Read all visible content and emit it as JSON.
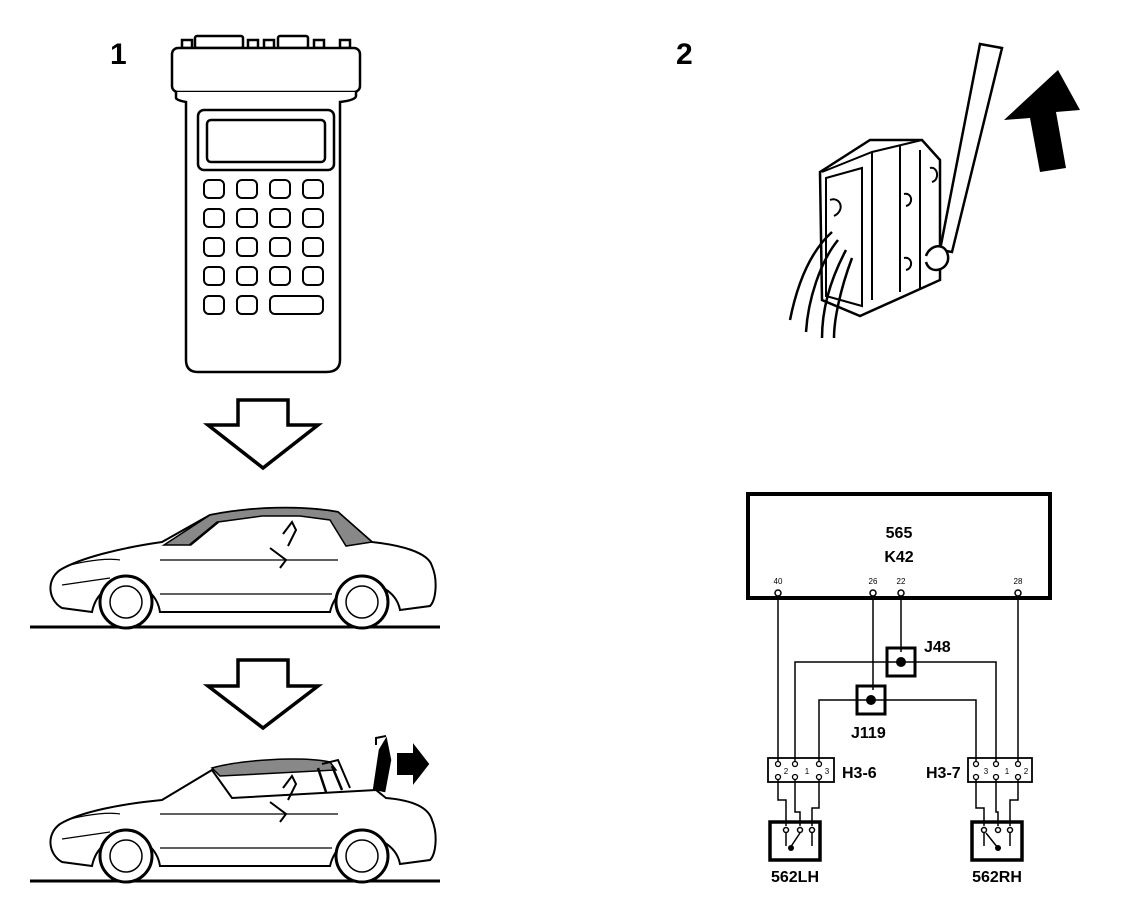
{
  "panels": {
    "left": {
      "number": "1"
    },
    "right": {
      "number": "2"
    }
  },
  "control_module": {
    "line1": "565",
    "line2": "K42",
    "pins": [
      "40",
      "26",
      "22",
      "28"
    ]
  },
  "junctions": {
    "upper": "J48",
    "lower": "J119"
  },
  "connectors": {
    "left": {
      "label": "H3-6",
      "pins": [
        "2",
        "1",
        "3"
      ]
    },
    "right": {
      "label": "H3-7",
      "pins": [
        "3",
        "1",
        "2"
      ]
    }
  },
  "switches": {
    "left": "562LH",
    "right": "562RH"
  },
  "colors": {
    "ink": "#000000",
    "background": "#ffffff"
  },
  "icons": [
    "diagnostic-tester-icon",
    "down-arrow-icon",
    "convertible-car-icon",
    "micro-switch-icon",
    "push-arrow-icon"
  ]
}
